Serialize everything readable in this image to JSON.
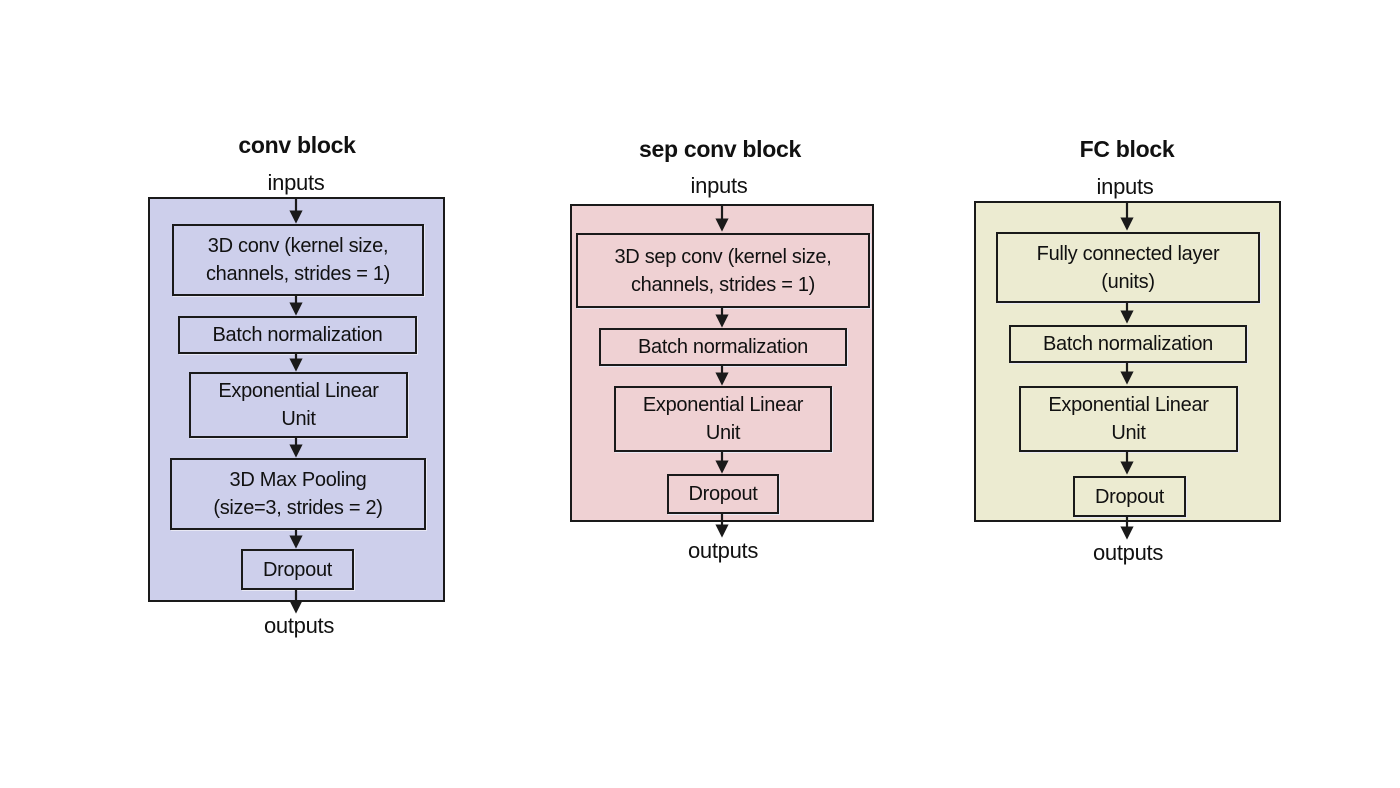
{
  "blocks": [
    {
      "title": "conv block",
      "input_label": "inputs",
      "output_label": "outputs",
      "color": "#cdcfeb",
      "layers": [
        "3D conv (kernel size,\nchannels, strides = 1)",
        "Batch normalization",
        "Exponential Linear\nUnit",
        "3D Max Pooling\n(size=3, strides = 2)",
        "Dropout"
      ]
    },
    {
      "title": "sep conv block",
      "input_label": "inputs",
      "output_label": "outputs",
      "color": "#efd1d3",
      "layers": [
        "3D sep conv (kernel size,\nchannels, strides = 1)",
        "Batch normalization",
        "Exponential Linear\nUnit",
        "Dropout"
      ]
    },
    {
      "title": "FC block",
      "input_label": "inputs",
      "output_label": "outputs",
      "color": "#ecebd1",
      "layers": [
        "Fully connected layer\n(units)",
        "Batch normalization",
        "Exponential Linear\nUnit",
        "Dropout"
      ]
    }
  ]
}
